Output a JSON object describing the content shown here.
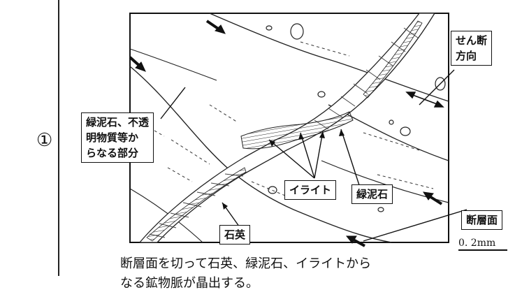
{
  "row_number": "①",
  "labels": {
    "shear_direction": "せん断\n方向",
    "chlorite_opaque": "緑泥石、不透\n明物質等か\nらなる部分",
    "illite": "イライト",
    "chlorite": "緑泥石",
    "quartz": "石英",
    "fault_plane": "断層面"
  },
  "scale_label": "0. 2mm",
  "caption": "断層面を切って石英、緑泥石、イライトから\nなる鉱物脈が晶出する。"
}
